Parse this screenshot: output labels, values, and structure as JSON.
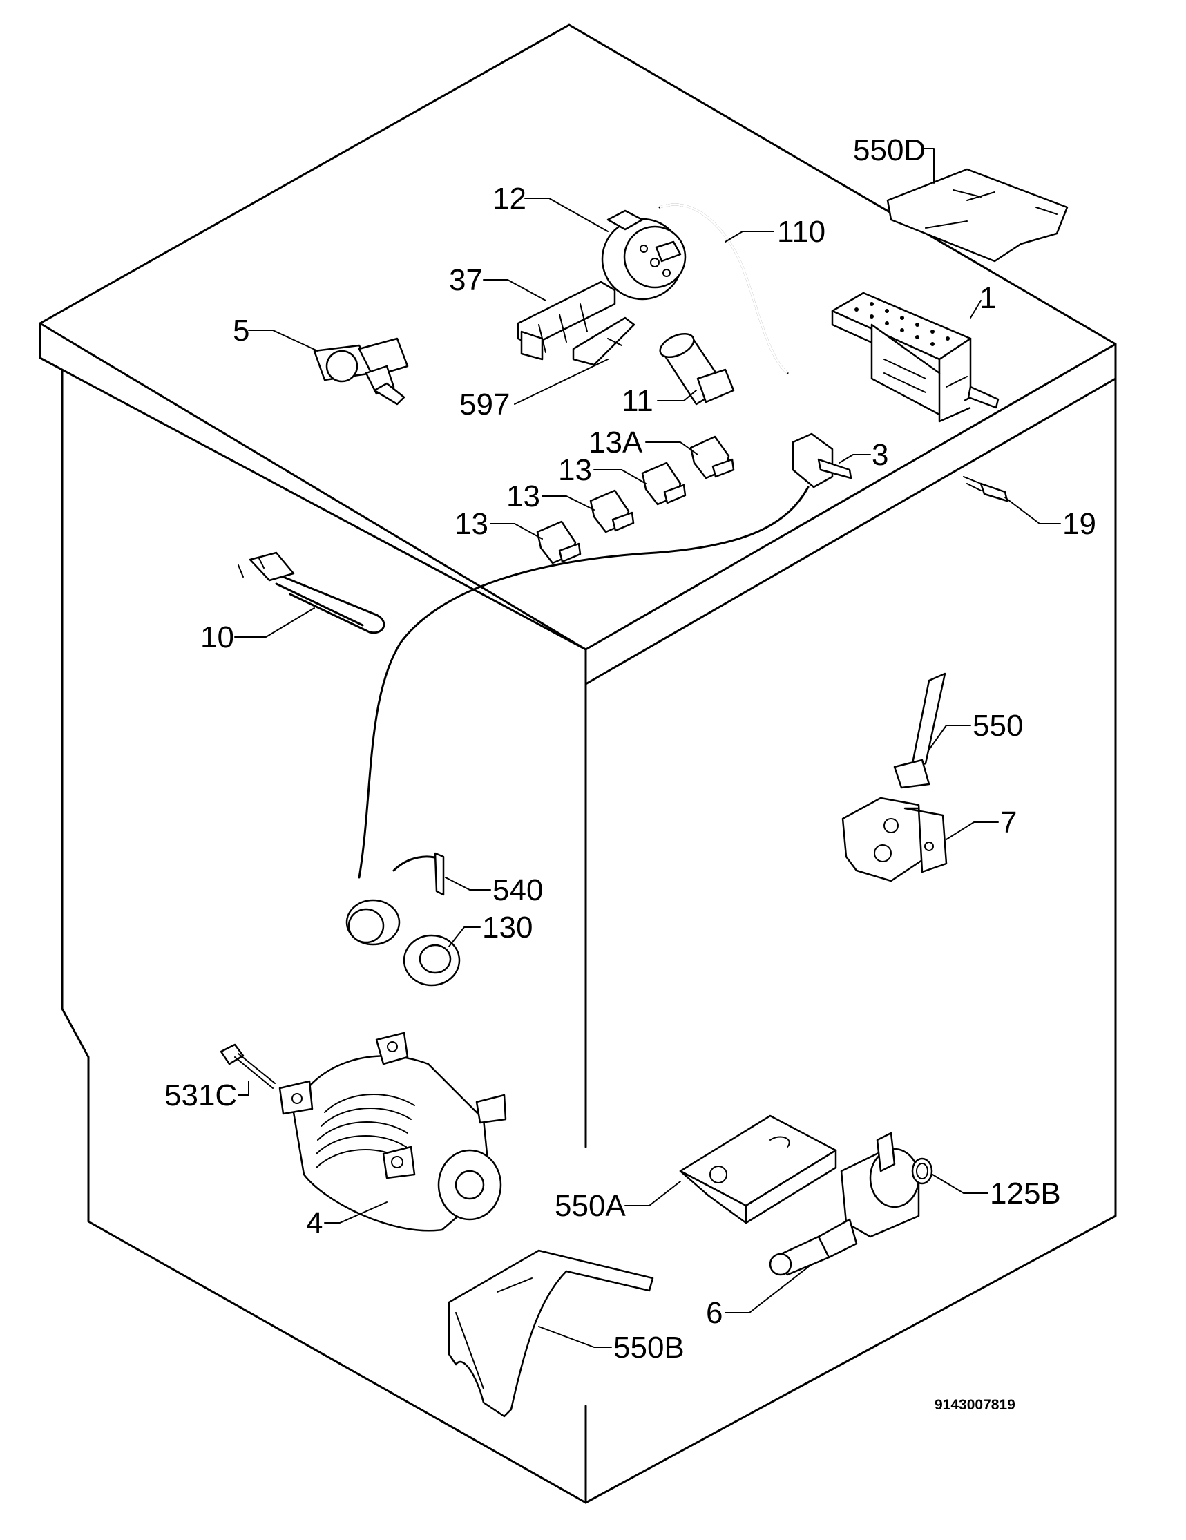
{
  "diagram": {
    "document_number": "9143007819",
    "parts": [
      {
        "id": "p1",
        "label": "1"
      },
      {
        "id": "p3",
        "label": "3"
      },
      {
        "id": "p4",
        "label": "4"
      },
      {
        "id": "p5",
        "label": "5"
      },
      {
        "id": "p6",
        "label": "6"
      },
      {
        "id": "p7",
        "label": "7"
      },
      {
        "id": "p10",
        "label": "10"
      },
      {
        "id": "p11",
        "label": "11"
      },
      {
        "id": "p12",
        "label": "12"
      },
      {
        "id": "p13a",
        "label": "13A"
      },
      {
        "id": "p13_1",
        "label": "13"
      },
      {
        "id": "p13_2",
        "label": "13"
      },
      {
        "id": "p13_3",
        "label": "13"
      },
      {
        "id": "p19",
        "label": "19"
      },
      {
        "id": "p37",
        "label": "37"
      },
      {
        "id": "p110",
        "label": "110"
      },
      {
        "id": "p125b",
        "label": "125B"
      },
      {
        "id": "p130",
        "label": "130"
      },
      {
        "id": "p531c",
        "label": "531C"
      },
      {
        "id": "p540",
        "label": "540"
      },
      {
        "id": "p550",
        "label": "550"
      },
      {
        "id": "p550a",
        "label": "550A"
      },
      {
        "id": "p550b",
        "label": "550B"
      },
      {
        "id": "p550d",
        "label": "550D"
      },
      {
        "id": "p597",
        "label": "597"
      }
    ]
  }
}
